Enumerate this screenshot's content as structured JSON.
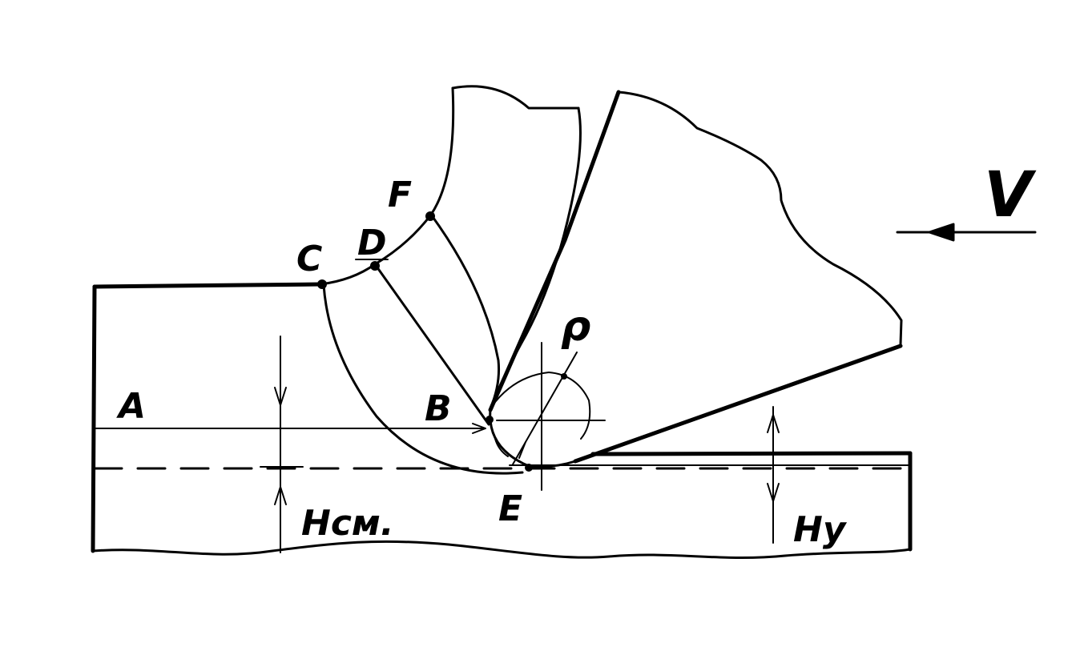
{
  "labels": {
    "A": "A",
    "B": "B",
    "C": "C",
    "D": "D",
    "E": "E",
    "F": "F",
    "rho": "ρ",
    "velocity": "V",
    "h_shift": "Hсм.",
    "h_y": "Hy"
  },
  "colors": {
    "ink": "#000000",
    "paper": "#ffffff"
  }
}
